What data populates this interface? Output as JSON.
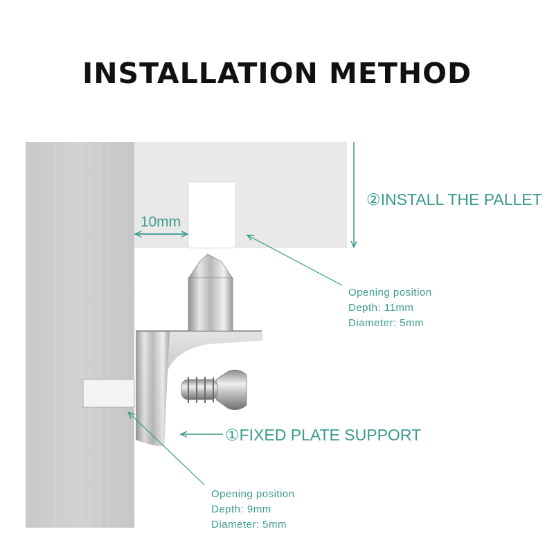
{
  "title": "INSTALLATION METHOD",
  "dimension_label": "10mm",
  "steps": [
    {
      "number": "②",
      "label": "INSTALL THE PALLET"
    },
    {
      "number": "①",
      "label": "FIXED PLATE SUPPORT"
    }
  ],
  "annotations": [
    {
      "lines": [
        "Opening position",
        "Depth: 11mm",
        "Diameter: 5mm"
      ]
    },
    {
      "lines": [
        "Opening position",
        "Depth: 9mm",
        "Diameter: 5mm"
      ]
    }
  ],
  "colors": {
    "accent": "#3a9a8a",
    "title": "#111111"
  }
}
